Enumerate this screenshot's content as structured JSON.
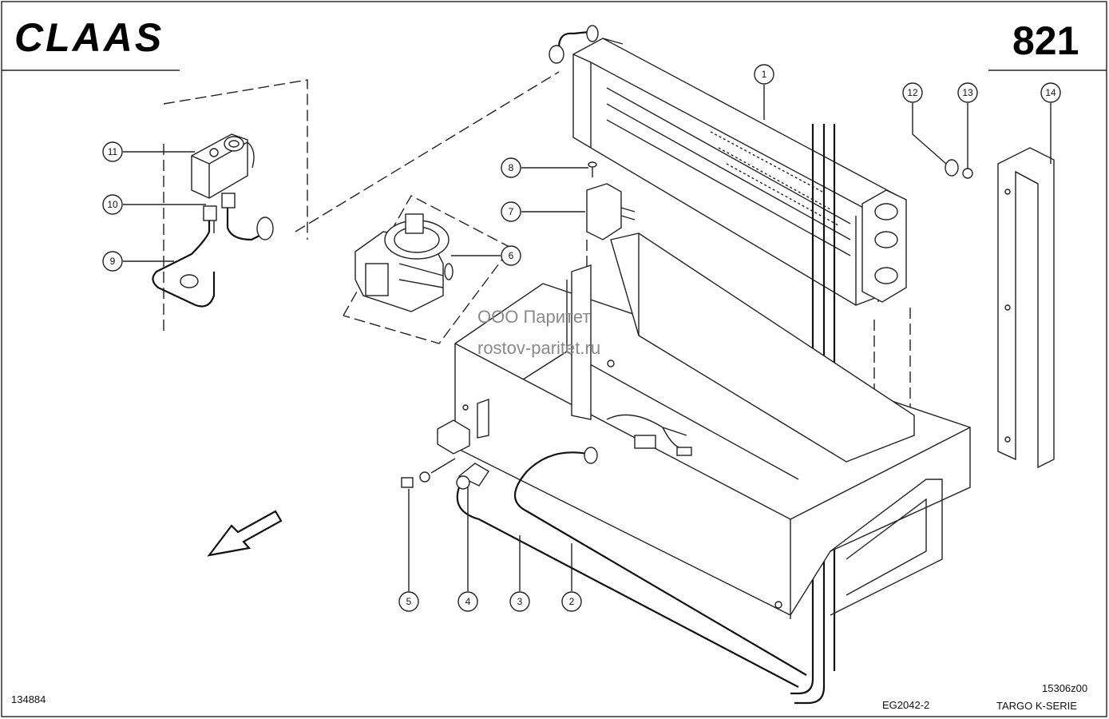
{
  "header": {
    "brand": "CLAAS",
    "page_number": "821"
  },
  "callouts": [
    "1",
    "2",
    "3",
    "4",
    "5",
    "6",
    "7",
    "8",
    "9",
    "10",
    "11",
    "12",
    "13",
    "14"
  ],
  "watermark": {
    "line1": "ООО Паритет",
    "line2": "rostov-paritet.ru"
  },
  "footer": {
    "left_code": "134884",
    "center_code": "EG2042-2",
    "right_code": "15306z00",
    "series": "TARGO K-SERIE"
  }
}
